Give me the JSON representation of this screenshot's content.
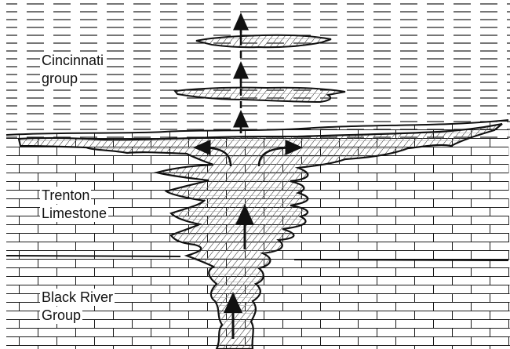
{
  "labels": {
    "cincinnati": [
      "Cincinnati",
      "group"
    ],
    "trenton": [
      "Trenton",
      "Limestone"
    ],
    "black_river": [
      "Black River",
      "Group"
    ]
  },
  "colors": {
    "ink": "#111111",
    "paper": "#ffffff"
  },
  "icons": {
    "arrow": "upward-flow-arrow",
    "lateral_arrow": "lateral-flow-arrow"
  }
}
